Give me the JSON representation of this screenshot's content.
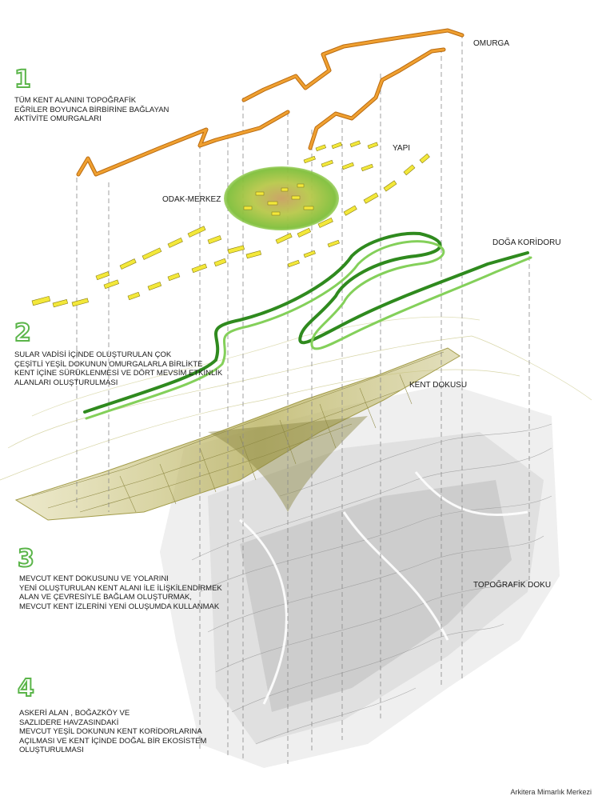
{
  "steps": [
    {
      "number": "1",
      "lines": [
        "TÜM KENT ALANINI TOPOĞRAFİK",
        "EĞRİLER BOYUNCA BİRBİRİNE BAĞLAYAN",
        "AKTİVİTE OMURGALARI"
      ]
    },
    {
      "number": "2",
      "lines": [
        "SULAR VADİSİ İÇİNDE OLUŞTURULAN ÇOK",
        "ÇEŞİTLİ YEŞİL DOKUNUN OMURGALARLA BİRLİKTE",
        "KENT İÇİNE SÜRÜKLENMESİ VE DÖRT MEVSİM ETKİNLİK",
        "ALANLARI OLUŞTURULMASI"
      ]
    },
    {
      "number": "3",
      "lines": [
        "MEVCUT KENT DOKUSUNU VE YOLARINI",
        "YENİ OLUŞTURULAN KENT ALANI İLE İLİŞKİLENDİRMEK",
        "ALAN VE ÇEVRESİYLE BAĞLAM OLUŞTURMAK,",
        "MEVCUT KENT İZLERİNİ YENİ OLUŞUMDA KULLANMAK"
      ]
    },
    {
      "number": "4",
      "lines": [
        "ASKERİ ALAN , BOĞAZKÖY VE",
        "SAZLIDERE HAVZASINDAKİ",
        "MEVCUT YEŞİL DOKUNUN KENT KORİDORLARINA",
        "AÇILMASI VE KENT İÇİNDE DOĞAL BİR EKOSİSTEM",
        "OLUŞTURULMASI"
      ]
    }
  ],
  "layers": {
    "omurga": "OMURGA",
    "yapi": "YAPI",
    "odak_merkez": "ODAK-MERKEZ",
    "doga_koridoru": "DOĞA KORİDORU",
    "kent_dokusu": "KENT DOKUSU",
    "topografik_doku": "TOPOĞRAFİK DOKU"
  },
  "credit": "Arkitera Mimarlık Merkezi",
  "colors": {
    "spine": "#e8941f",
    "green_corridor": "#3f9e2a",
    "step_number": "#5bb54a",
    "building": "#f3e83a",
    "urban_fabric": "#c9c489",
    "topography": "#8f8f8f"
  }
}
